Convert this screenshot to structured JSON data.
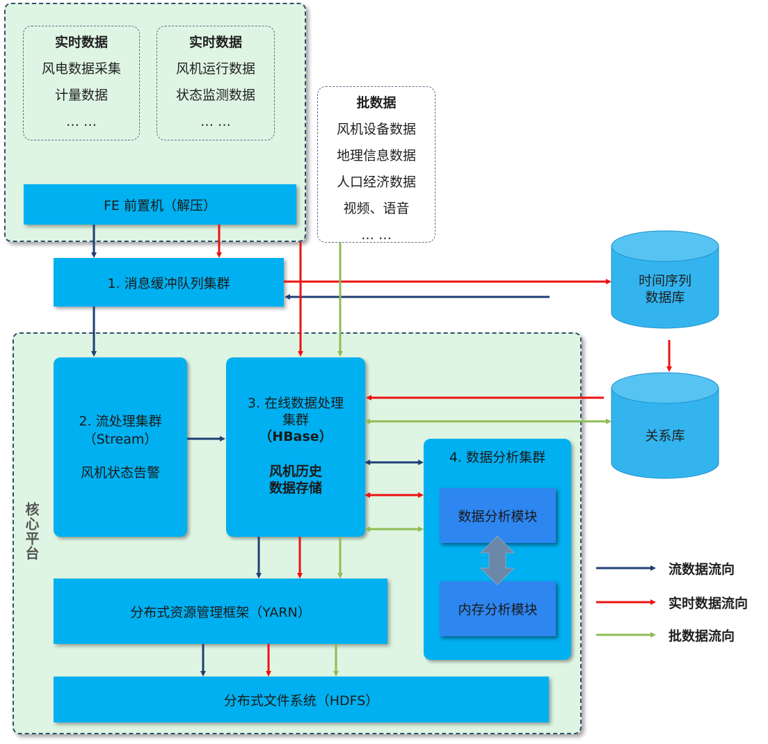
{
  "realtime_box_1": {
    "title": "实时数据",
    "items": [
      "风电数据采集",
      "计量数据",
      "… …"
    ]
  },
  "realtime_box_2": {
    "title": "实时数据",
    "items": [
      "风机运行数据",
      "状态监测数据",
      "… …"
    ]
  },
  "batch_box": {
    "title": "批数据",
    "items": [
      "风机设备数据",
      "地理信息数据",
      "人口经济数据",
      "视频、语音",
      "… …"
    ]
  },
  "fe": {
    "label": "FE 前置机（解压）"
  },
  "mq": {
    "label": "1. 消息缓冲队列集群"
  },
  "tsdb": {
    "label_line1": "时间序列",
    "label_line2": "数据库"
  },
  "rdb": {
    "label": "关系库"
  },
  "core": {
    "label": "核心平台"
  },
  "stream": {
    "line1": "2. 流处理集群",
    "line2": "（Stream）",
    "line3": "风机状态告警"
  },
  "online": {
    "line1": "3. 在线数据处理",
    "line2": "集群",
    "line3": "（HBase）",
    "line4": "风机历史",
    "line5": "数据存储"
  },
  "analysis": {
    "title": "4. 数据分析集群",
    "module1": "数据分析模块",
    "module2": "内存分析模块"
  },
  "yarn": {
    "label": "分布式资源管理框架（YARN）"
  },
  "hdfs": {
    "label": "分布式文件系统（HDFS）"
  },
  "legend": {
    "stream_flow": "流数据流向",
    "realtime_flow": "实时数据流向",
    "batch_flow": "批数据流向"
  },
  "colors": {
    "stream": "#1f3f73",
    "realtime": "#ee1111",
    "batch": "#8fbc55",
    "box": "#00b0f0",
    "module": "#2e86f0",
    "panel": "#dff5e3"
  }
}
